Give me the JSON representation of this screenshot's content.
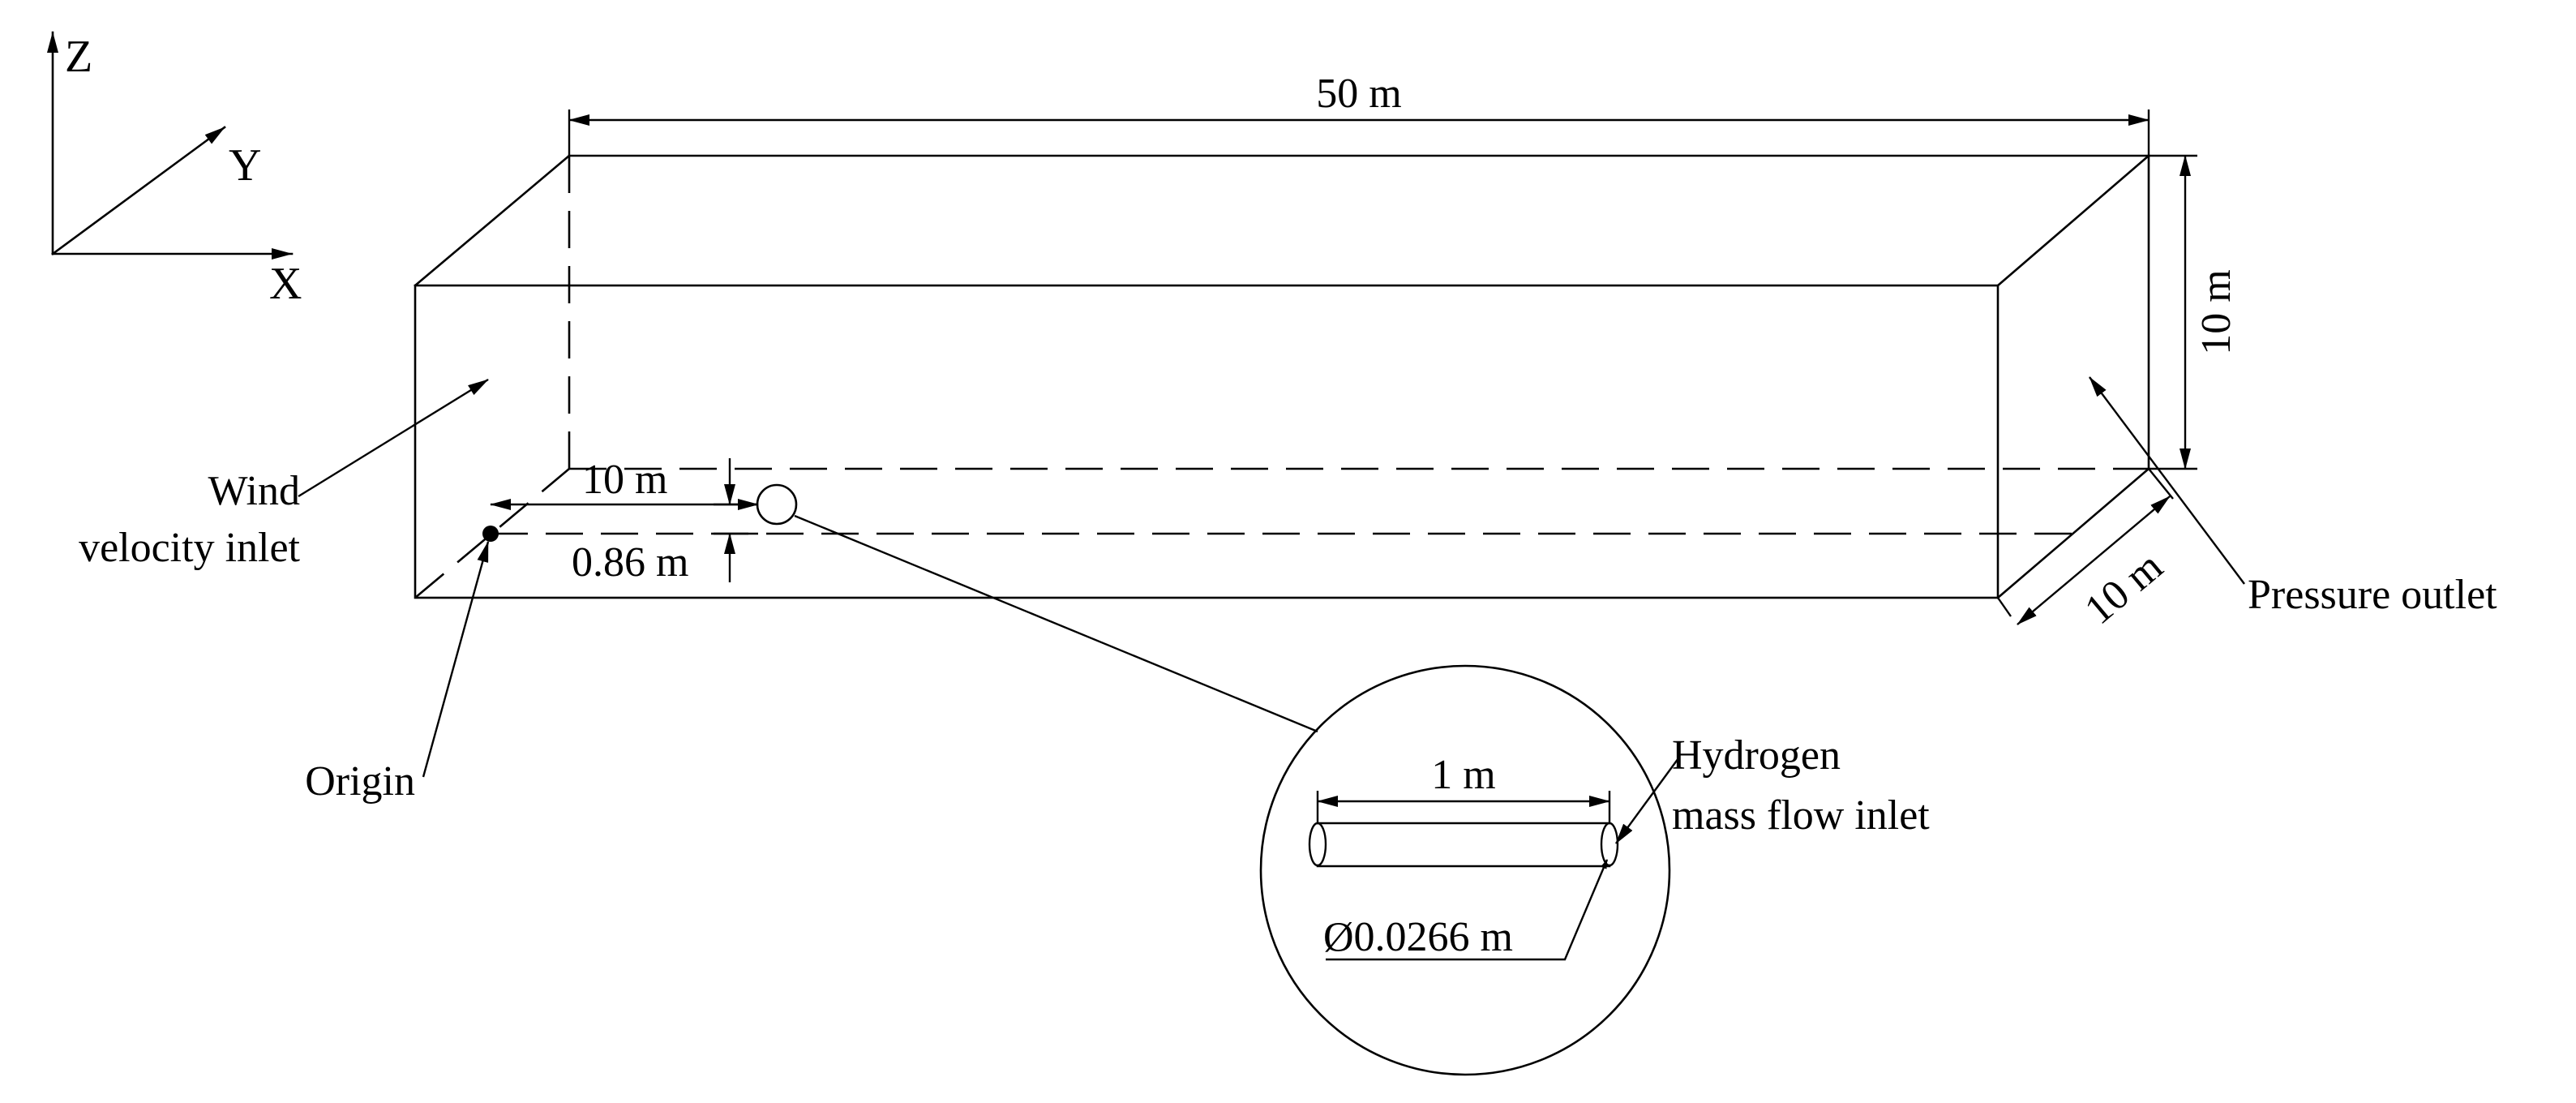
{
  "axes": {
    "z": "Z",
    "y": "Y",
    "x": "X"
  },
  "dimensions": {
    "length": "50 m",
    "height": "10 m",
    "width": "10 m",
    "source_x": "10 m",
    "source_z": "0.86 m"
  },
  "boundaries": {
    "wind_inlet_line1": "Wind",
    "wind_inlet_line2": "velocity inlet",
    "pressure_outlet": "Pressure outlet",
    "origin": "Origin",
    "hydrogen_line1": "Hydrogen",
    "hydrogen_line2": "mass flow inlet"
  },
  "detail": {
    "pipe_length": "1 m",
    "pipe_diameter": "Ø0.0266 m"
  }
}
